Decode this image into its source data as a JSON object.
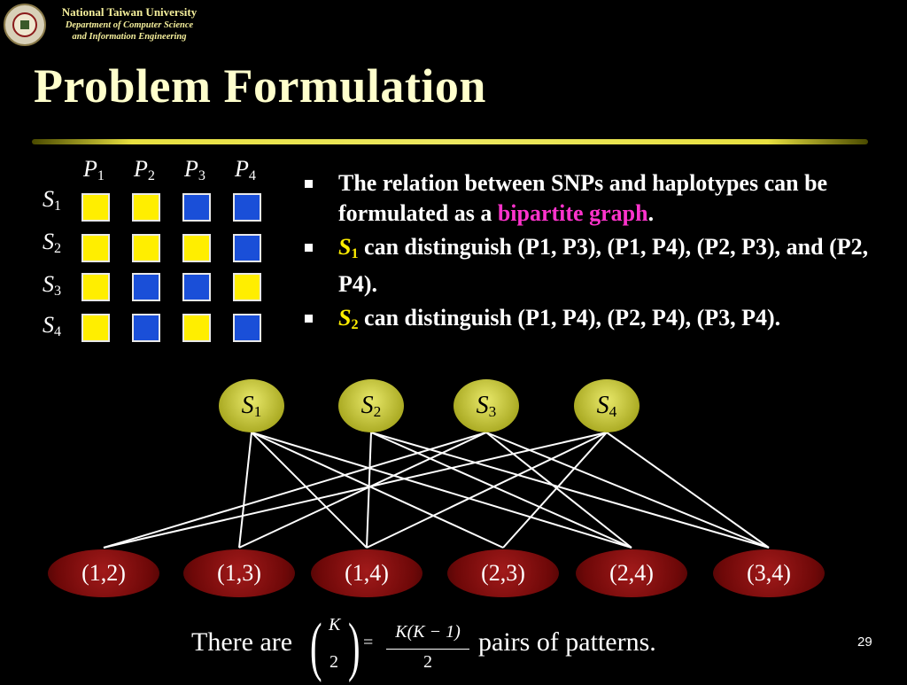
{
  "header": {
    "university": "National Taiwan University",
    "department_line1": "Department of Computer Science",
    "department_line2": "and Information Engineering"
  },
  "title": "Problem Formulation",
  "matrix": {
    "columns": [
      {
        "letter": "P",
        "index": "1"
      },
      {
        "letter": "P",
        "index": "2"
      },
      {
        "letter": "P",
        "index": "3"
      },
      {
        "letter": "P",
        "index": "4"
      }
    ],
    "rows": [
      {
        "letter": "S",
        "index": "1",
        "cells": [
          "yellow",
          "yellow",
          "blue",
          "blue"
        ]
      },
      {
        "letter": "S",
        "index": "2",
        "cells": [
          "yellow",
          "yellow",
          "yellow",
          "blue"
        ]
      },
      {
        "letter": "S",
        "index": "3",
        "cells": [
          "yellow",
          "blue",
          "blue",
          "yellow"
        ]
      },
      {
        "letter": "S",
        "index": "4",
        "cells": [
          "yellow",
          "blue",
          "yellow",
          "blue"
        ]
      }
    ],
    "colors": {
      "yellow": "#ffee00",
      "blue": "#1a4fd8"
    }
  },
  "bullets": {
    "b1_text": "The relation between SNPs and haplotypes can be formulated as a ",
    "b1_highlight": "bipartite graph",
    "b1_end": ".",
    "b2": {
      "s": "S",
      "si": "1",
      "text": " can distinguish (P1, P3), (P1, P4), (P2, P3), and (P2, P4)."
    },
    "b3": {
      "s": "S",
      "si": "2",
      "text": " can distinguish (P1, P4), (P2, P4), (P3, P4)."
    }
  },
  "graph": {
    "snp_nodes": [
      {
        "letter": "S",
        "index": "1"
      },
      {
        "letter": "S",
        "index": "2"
      },
      {
        "letter": "S",
        "index": "3"
      },
      {
        "letter": "S",
        "index": "4"
      }
    ],
    "pair_nodes": [
      "(1,2)",
      "(1,3)",
      "(1,4)",
      "(2,3)",
      "(2,4)",
      "(3,4)"
    ],
    "edges": [
      [
        "S1",
        "(1,3)"
      ],
      [
        "S1",
        "(1,4)"
      ],
      [
        "S1",
        "(2,3)"
      ],
      [
        "S1",
        "(2,4)"
      ],
      [
        "S2",
        "(1,4)"
      ],
      [
        "S2",
        "(2,4)"
      ],
      [
        "S2",
        "(3,4)"
      ],
      [
        "S3",
        "(1,2)"
      ],
      [
        "S3",
        "(1,3)"
      ],
      [
        "S3",
        "(2,4)"
      ],
      [
        "S3",
        "(3,4)"
      ],
      [
        "S4",
        "(1,2)"
      ],
      [
        "S4",
        "(1,4)"
      ],
      [
        "S4",
        "(2,3)"
      ],
      [
        "S4",
        "(3,4)"
      ]
    ],
    "colors": {
      "snp": "#c8c830",
      "pair": "#8b0f0f",
      "edge": "#ffffff"
    }
  },
  "formula": {
    "prefix": "There are",
    "binom_top": "K",
    "binom_bottom": "2",
    "equals": "=",
    "numerator": "K(K − 1)",
    "denominator": "2",
    "suffix": "pairs of patterns."
  },
  "page_number": "29"
}
